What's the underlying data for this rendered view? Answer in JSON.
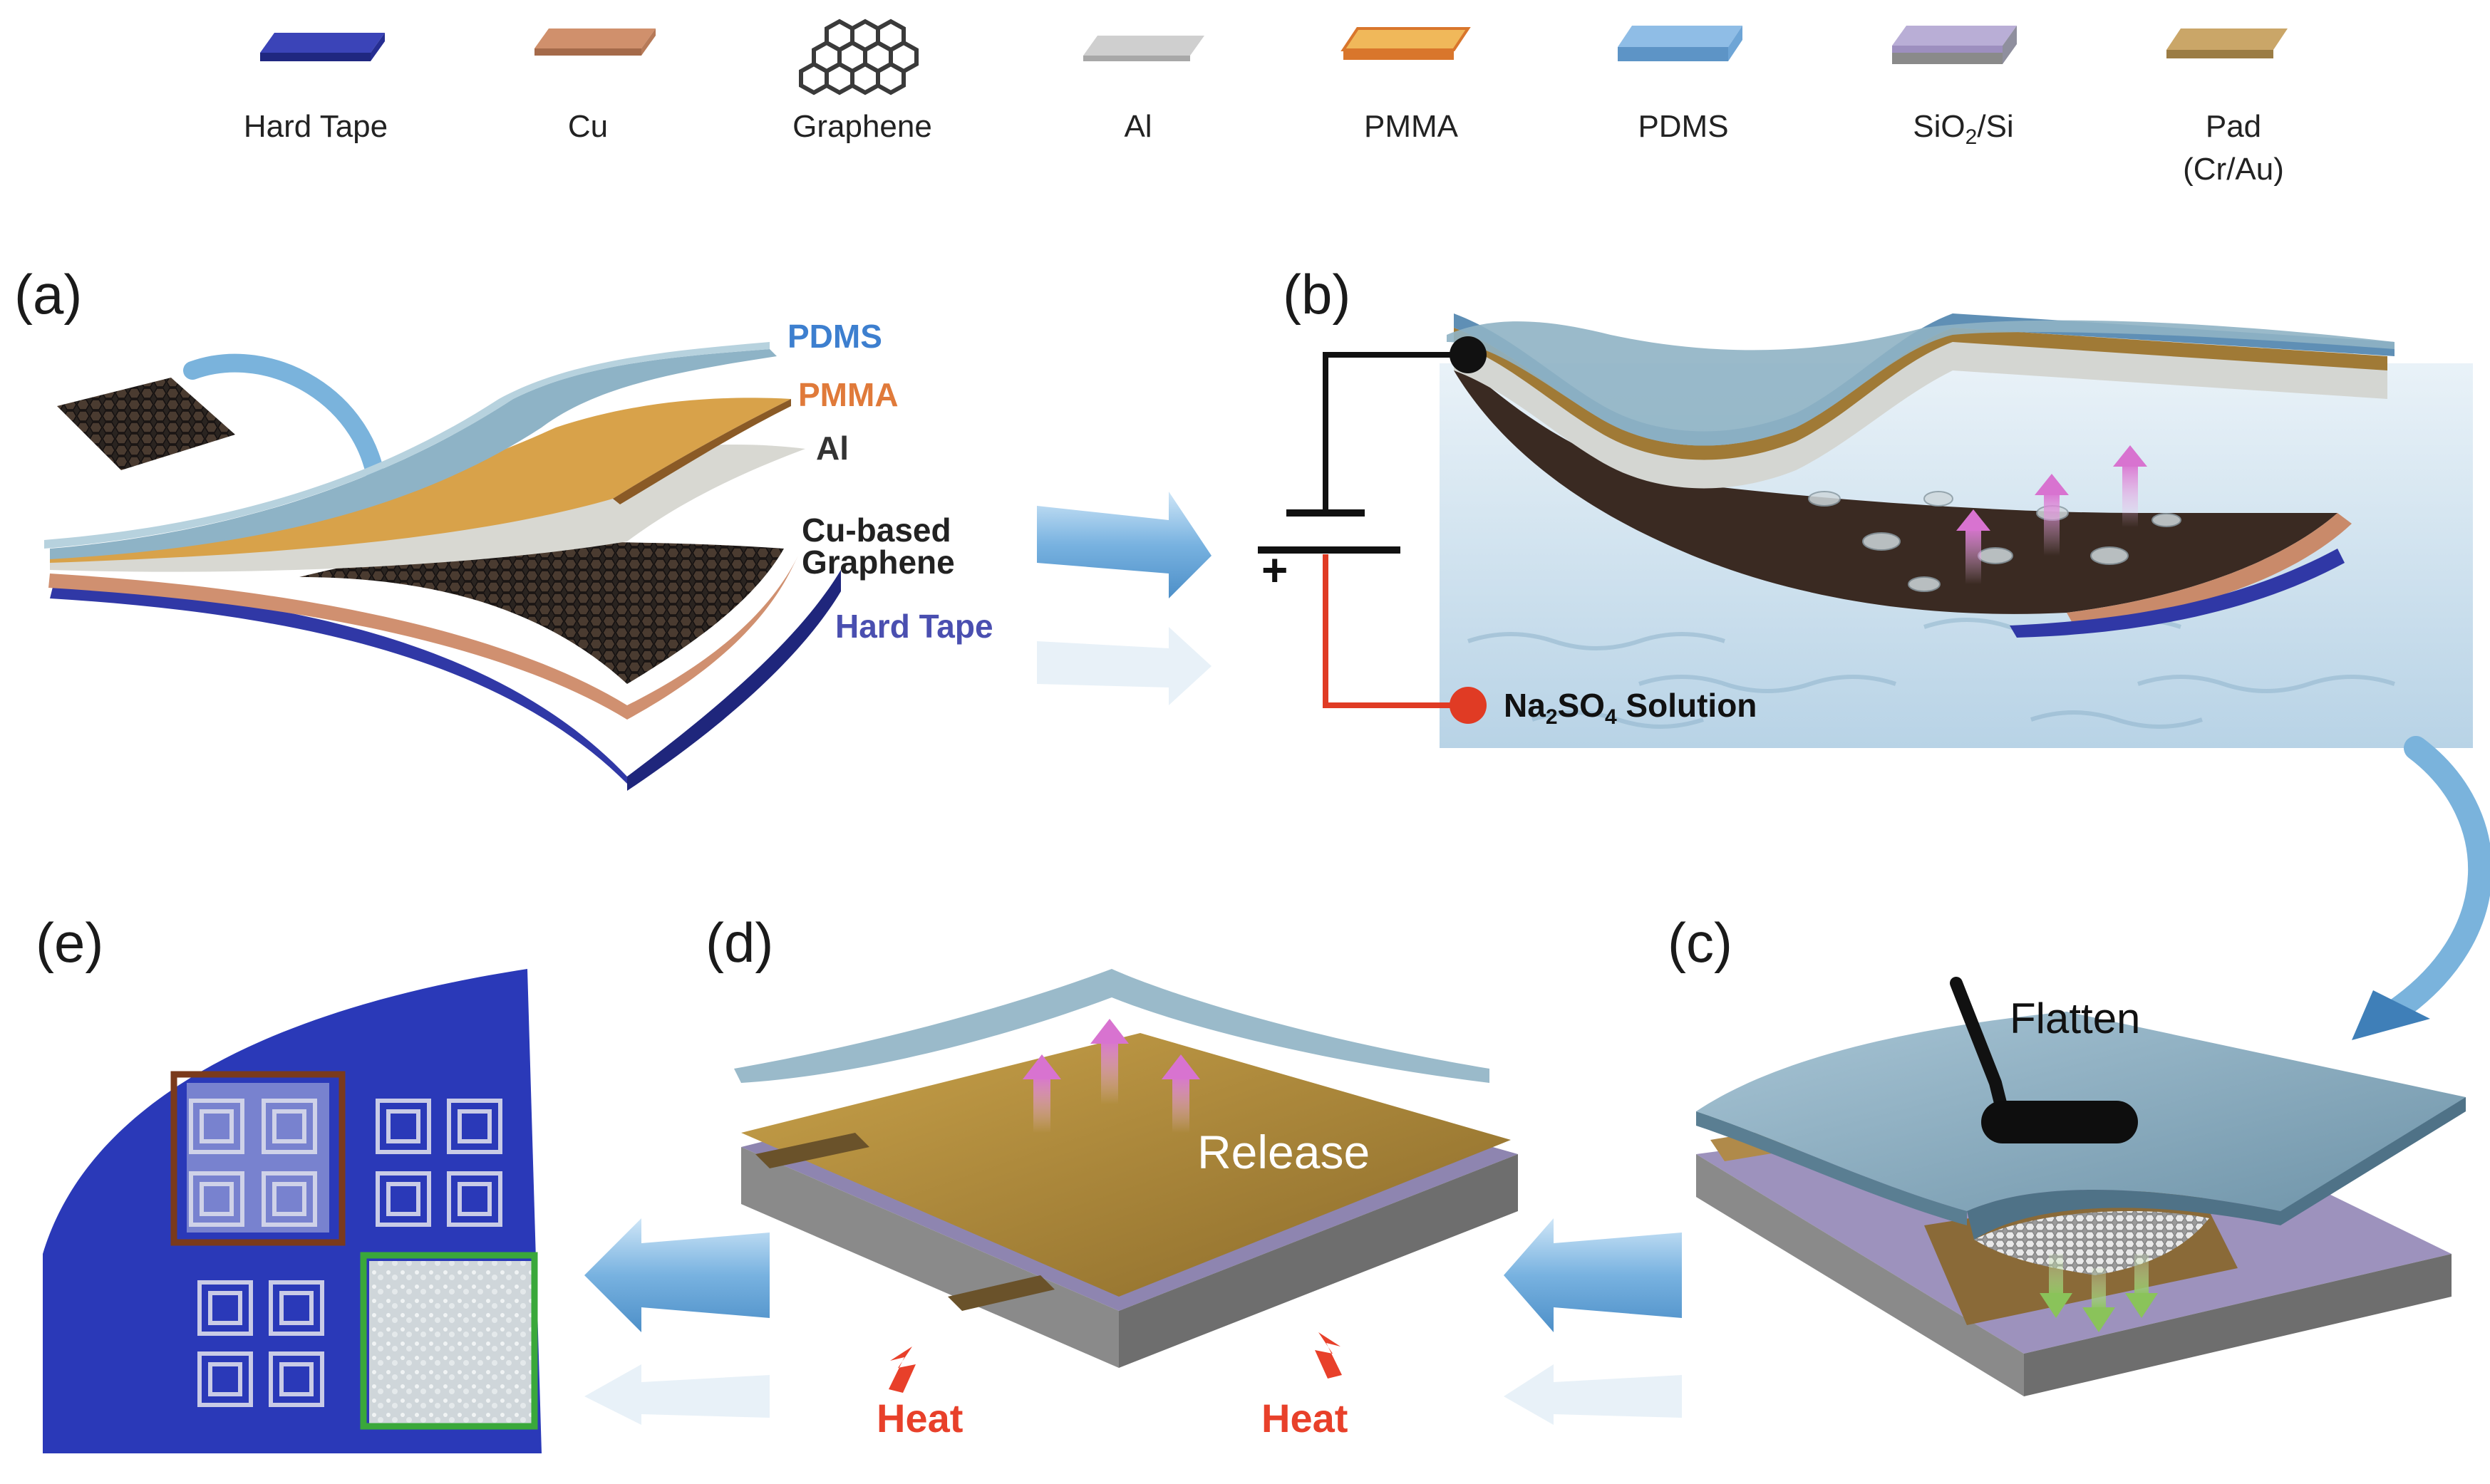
{
  "legend": {
    "items": [
      {
        "label": "Hard Tape",
        "icon": "hard-tape-swatch",
        "color": "#2f3aa0"
      },
      {
        "label": "Cu",
        "icon": "cu-swatch",
        "color": "#c98a6a"
      },
      {
        "label": "Graphene",
        "icon": "graphene-hexagon-icon",
        "color": "#333333"
      },
      {
        "label": "Al",
        "icon": "al-swatch",
        "color": "#c8c8c8"
      },
      {
        "label": "PMMA",
        "icon": "pmma-swatch",
        "color": "#e6a94a"
      },
      {
        "label": "PDMS",
        "icon": "pdms-swatch",
        "color": "#7aaad8"
      },
      {
        "label": "SiO2/Si",
        "label_main": "SiO",
        "label_sub": "2",
        "label_tail": "/Si",
        "icon": "sio2-si-swatch",
        "color": "#a89bc4"
      },
      {
        "label": "Pad (Cr/Au)",
        "label_line1": "Pad",
        "label_line2": "(Cr/Au)",
        "icon": "pad-swatch",
        "color": "#c9a565"
      }
    ]
  },
  "panels": {
    "a": {
      "letter": "(a)",
      "labels": {
        "pdms": "PDMS",
        "pmma": "PMMA",
        "al": "Al",
        "cu_graphene_line1": "Cu-based",
        "cu_graphene_line2": "Graphene",
        "hard_tape": "Hard Tape"
      },
      "colors": {
        "pdms": "#3d7fcf",
        "pmma": "#e07a3a",
        "al": "#333333",
        "hard_tape": "#4a4fb0"
      }
    },
    "b": {
      "letter": "(b)",
      "plus_sign": "+",
      "solution_main": "Na",
      "solution_sub1": "2",
      "solution_mid": "SO",
      "solution_sub2": "4",
      "solution_tail": " Solution"
    },
    "c": {
      "letter": "(c)",
      "flatten": "Flatten"
    },
    "d": {
      "letter": "(d)",
      "release": "Release",
      "heat_left": "Heat",
      "heat_right": "Heat"
    },
    "e": {
      "letter": "(e)"
    }
  },
  "colors": {
    "arrow_blue": "#7fb4e0",
    "wire_red": "#e03b24",
    "heat_red": "#e8402a",
    "wafer_blue": "#2a39b8",
    "highlight_brown": "#7a3a1c",
    "highlight_green": "#3aa83a"
  }
}
